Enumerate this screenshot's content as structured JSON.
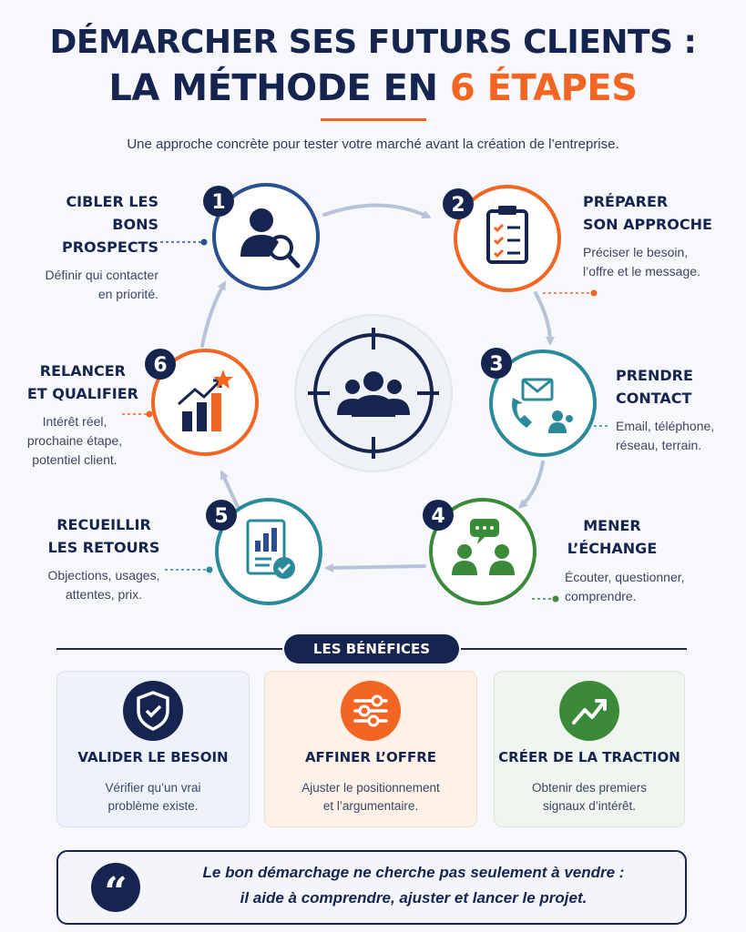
{
  "header": {
    "title_line1": "DÉMARCHER SES FUTURS CLIENTS :",
    "title_line2_prefix": "LA MÉTHODE EN",
    "title_line2_accent": "6 ÉTAPES",
    "subtitle": "Une approche concrète pour tester votre marché avant la création de l’entreprise."
  },
  "colors": {
    "navy": "#16254f",
    "blue": "#2c4f8f",
    "orange": "#f26522",
    "teal": "#2b8a9a",
    "green": "#3a8a3a"
  },
  "steps": [
    {
      "number": "1",
      "title_line1": "CIBLER LES",
      "title_line2": "BONS PROSPECTS",
      "desc_line1": "Définir qui contacter",
      "desc_line2": "en priorité.",
      "desc_line3": "",
      "icon": "user-search-icon"
    },
    {
      "number": "2",
      "title_line1": "PRÉPARER",
      "title_line2": "SON APPROCHE",
      "desc_line1": "Préciser le besoin,",
      "desc_line2": "l’offre et le message.",
      "desc_line3": "",
      "icon": "clipboard-checklist-icon"
    },
    {
      "number": "3",
      "title_line1": "PRENDRE",
      "title_line2": "CONTACT",
      "desc_line1": "Email, téléphone,",
      "desc_line2": "réseau, terrain.",
      "desc_line3": "",
      "icon": "phone-mail-icon"
    },
    {
      "number": "4",
      "title_line1": "MENER",
      "title_line2": "L’ÉCHANGE",
      "desc_line1": "Écouter, questionner,",
      "desc_line2": "comprendre.",
      "desc_line3": "",
      "icon": "conversation-icon"
    },
    {
      "number": "5",
      "title_line1": "RECUEILLIR",
      "title_line2": "LES RETOURS",
      "desc_line1": "Objections, usages,",
      "desc_line2": "attentes, prix.",
      "desc_line3": "",
      "icon": "report-check-icon"
    },
    {
      "number": "6",
      "title_line1": "RELANCER",
      "title_line2": "ET QUALIFIER",
      "desc_line1": "Intérêt réel,",
      "desc_line2": "prochaine étape,",
      "desc_line3": "potentiel client.",
      "icon": "growth-chart-icon"
    }
  ],
  "benefits": {
    "label": "LES BÉNÉFICES",
    "items": [
      {
        "title": "VALIDER LE BESOIN",
        "desc_line1": "Vérifier qu’un vrai",
        "desc_line2": "problème existe.",
        "icon": "shield-check-icon"
      },
      {
        "title": "AFFINER L’OFFRE",
        "desc_line1": "Ajuster le positionnement",
        "desc_line2": "et l’argumentaire.",
        "icon": "sliders-icon"
      },
      {
        "title": "CRÉER DE LA TRACTION",
        "desc_line1": "Obtenir des premiers",
        "desc_line2": "signaux d’intérêt.",
        "icon": "trend-up-icon"
      }
    ]
  },
  "quote": {
    "mark": "“",
    "line1": "Le bon démarchage ne cherche pas seulement à vendre :",
    "line2": "il aide à comprendre, ajuster et lancer le projet."
  }
}
